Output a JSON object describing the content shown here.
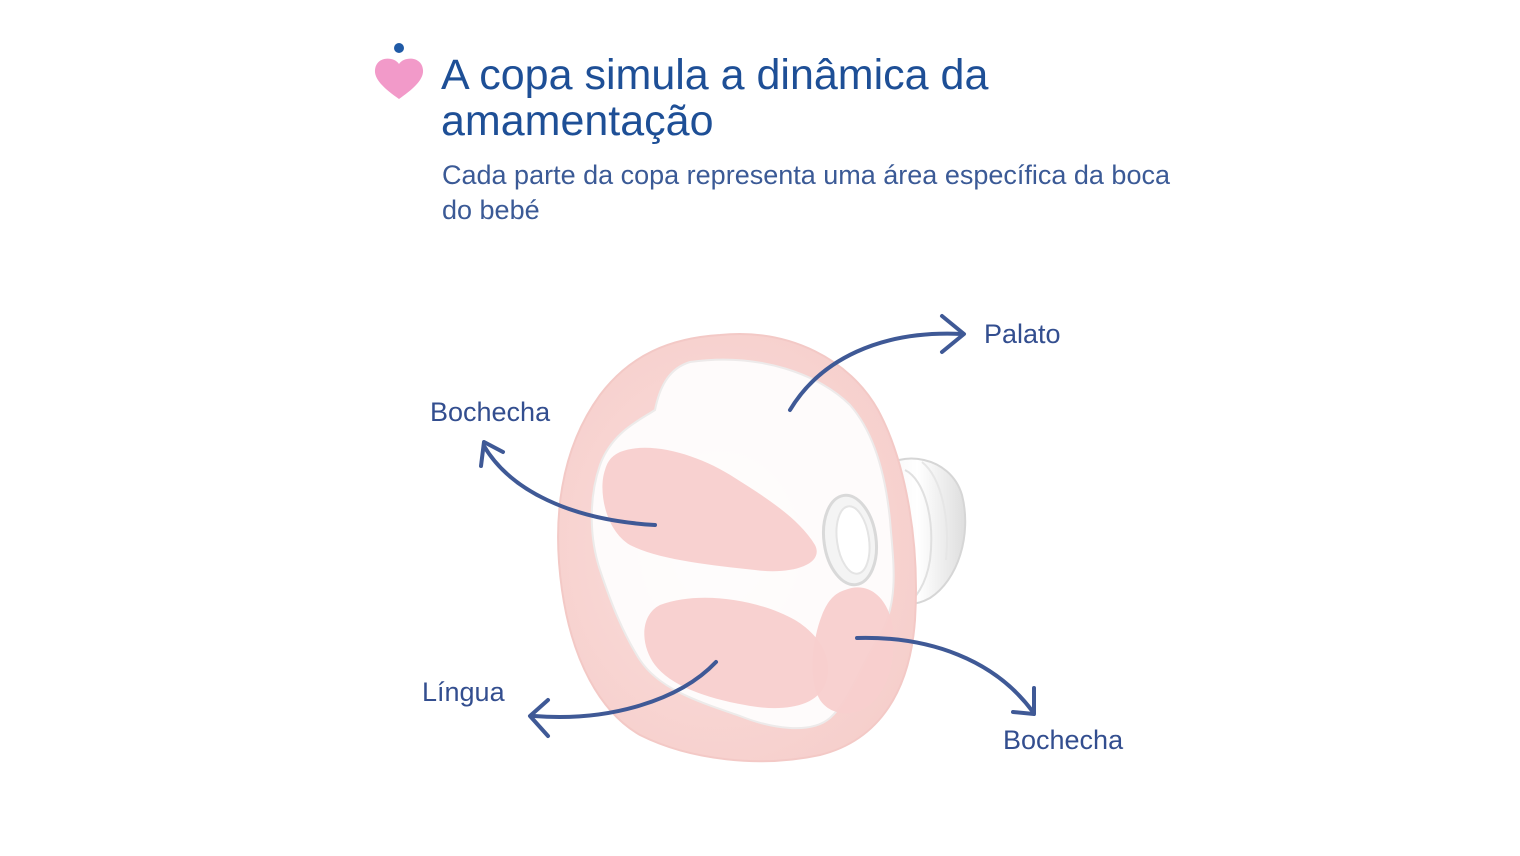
{
  "header": {
    "title": "A copa simula a dinâmica da amamentação",
    "subtitle": "Cada parte da copa representa uma área específica da boca do bebé"
  },
  "diagram": {
    "labels": {
      "palato": "Palato",
      "bochecha_left": "Bochecha",
      "lingua": "Língua",
      "bochecha_right": "Bochecha"
    }
  },
  "colors": {
    "title": "#1e4f96",
    "text": "#334e8f",
    "arrow": "#3f5996",
    "logo_pink": "#f29ac9",
    "logo_dot": "#1f5aa6",
    "cup_pink": "#f9d6d4",
    "cup_white": "#ffffff"
  }
}
